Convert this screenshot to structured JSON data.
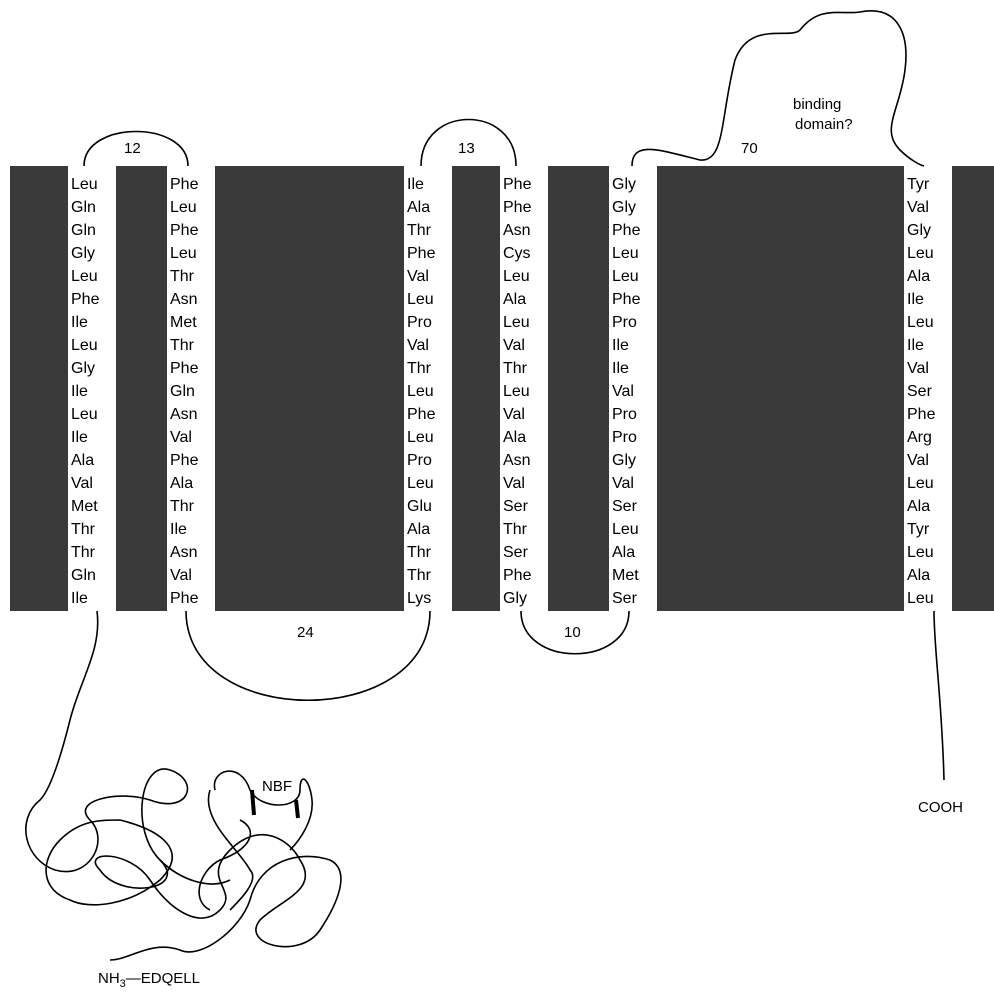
{
  "helices": [
    {
      "residues": [
        "Leu",
        "Gln",
        "Gln",
        "Gly",
        "Leu",
        "Phe",
        "Ile",
        "Leu",
        "Gly",
        "Ile",
        "Leu",
        "Ile",
        "Ala",
        "Val",
        "Met",
        "Thr",
        "Thr",
        "Gln",
        "Ile"
      ]
    },
    {
      "residues": [
        "Phe",
        "Leu",
        "Phe",
        "Leu",
        "Thr",
        "Asn",
        "Met",
        "Thr",
        "Phe",
        "Gln",
        "Asn",
        "Val",
        "Phe",
        "Ala",
        "Thr",
        "Ile",
        "Asn",
        "Val",
        "Phe"
      ]
    },
    {
      "residues": [
        "Ile",
        "Ala",
        "Thr",
        "Phe",
        "Val",
        "Leu",
        "Pro",
        "Val",
        "Thr",
        "Leu",
        "Phe",
        "Leu",
        "Pro",
        "Leu",
        "Glu",
        "Ala",
        "Thr",
        "Thr",
        "Lys"
      ]
    },
    {
      "residues": [
        "Phe",
        "Phe",
        "Asn",
        "Cys",
        "Leu",
        "Ala",
        "Leu",
        "Val",
        "Thr",
        "Leu",
        "Val",
        "Ala",
        "Asn",
        "Val",
        "Ser",
        "Thr",
        "Ser",
        "Phe",
        "Gly"
      ]
    },
    {
      "residues": [
        "Gly",
        "Gly",
        "Phe",
        "Leu",
        "Leu",
        "Phe",
        "Pro",
        "Ile",
        "Ile",
        "Val",
        "Pro",
        "Pro",
        "Gly",
        "Val",
        "Ser",
        "Leu",
        "Ala",
        "Met",
        "Ser"
      ]
    },
    {
      "residues": [
        "Tyr",
        "Val",
        "Gly",
        "Leu",
        "Ala",
        "Ile",
        "Leu",
        "Ile",
        "Val",
        "Ser",
        "Phe",
        "Arg",
        "Val",
        "Leu",
        "Ala",
        "Tyr",
        "Leu",
        "Ala",
        "Leu"
      ]
    }
  ],
  "loops": {
    "top_1_2": "12",
    "top_3_4": "13",
    "top_5_6": "70",
    "bottom_2_3": "24",
    "bottom_4_5": "10"
  },
  "labels": {
    "binding_line1": "binding",
    "binding_line2": "domain?",
    "nbf": "NBF",
    "cooh": "COOH",
    "nh3": "NH",
    "nh3_sub": "3",
    "n_terminal_seq": "—EDQELL"
  },
  "colors": {
    "membrane": "#3a3a3a",
    "helix": "#ffffff",
    "line": "#000000"
  }
}
